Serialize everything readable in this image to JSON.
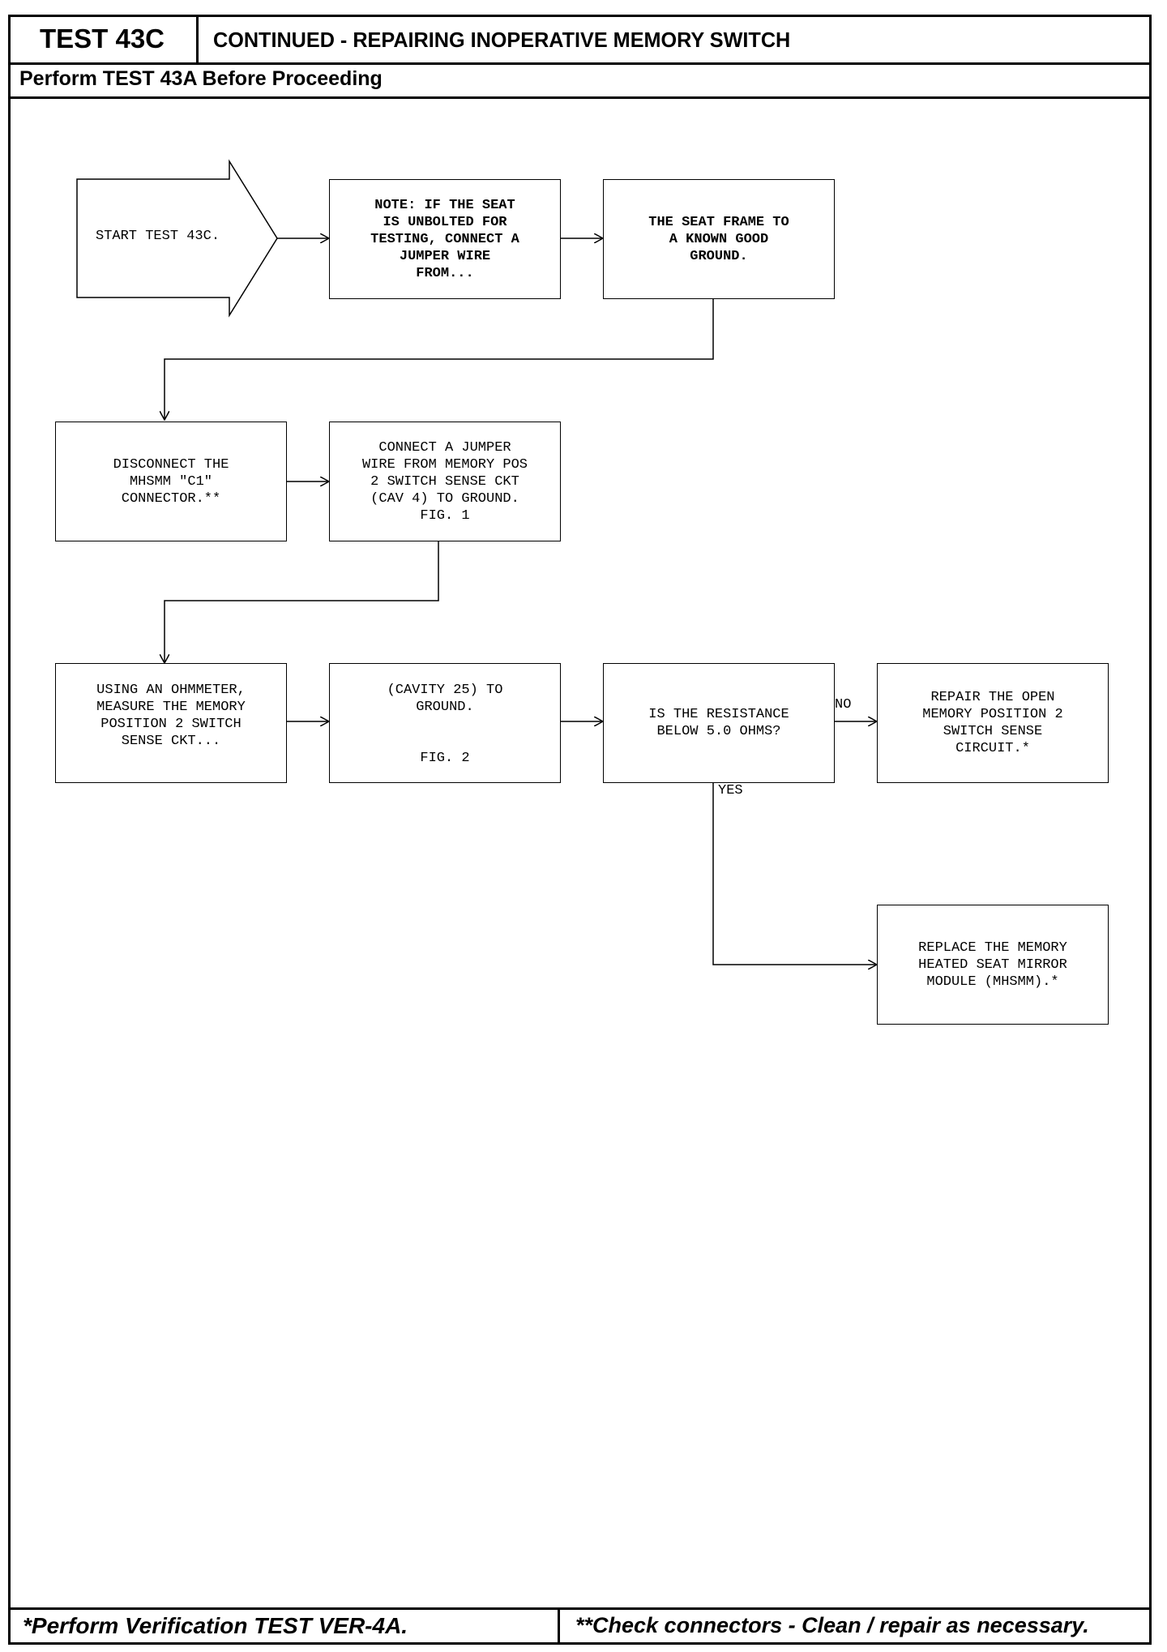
{
  "header": {
    "test_id": "TEST 43C",
    "title": "CONTINUED - REPAIRING INOPERATIVE MEMORY SWITCH",
    "subtitle": "Perform TEST 43A Before Proceeding"
  },
  "flowchart": {
    "start": "START TEST 43C.",
    "note": "NOTE: IF THE SEAT\nIS UNBOLTED FOR\nTESTING, CONNECT A\nJUMPER WIRE\nFROM...",
    "seat_frame": "THE SEAT FRAME TO\nA KNOWN GOOD\nGROUND.",
    "disconnect": "DISCONNECT THE\nMHSMM \"C1\"\nCONNECTOR.**",
    "connect_jumper": "CONNECT A JUMPER\nWIRE FROM MEMORY POS\n2 SWITCH SENSE CKT\n(CAV 4) TO GROUND.\nFIG. 1",
    "ohmmeter": "USING AN OHMMETER,\nMEASURE THE MEMORY\nPOSITION 2 SWITCH\nSENSE CKT...",
    "cavity": "(CAVITY 25) TO\nGROUND.\n\n\nFIG. 2",
    "decision": "IS THE RESISTANCE\nBELOW 5.0 OHMS?",
    "no_label": "NO",
    "yes_label": "YES",
    "repair_open": "REPAIR THE OPEN\nMEMORY POSITION 2\nSWITCH SENSE\nCIRCUIT.*",
    "replace_module": "REPLACE THE MEMORY\nHEATED SEAT MIRROR\nMODULE (MHSMM).*"
  },
  "footer": {
    "left": "*Perform Verification TEST VER-4A.",
    "right": "**Check connectors - Clean / repair as necessary."
  }
}
